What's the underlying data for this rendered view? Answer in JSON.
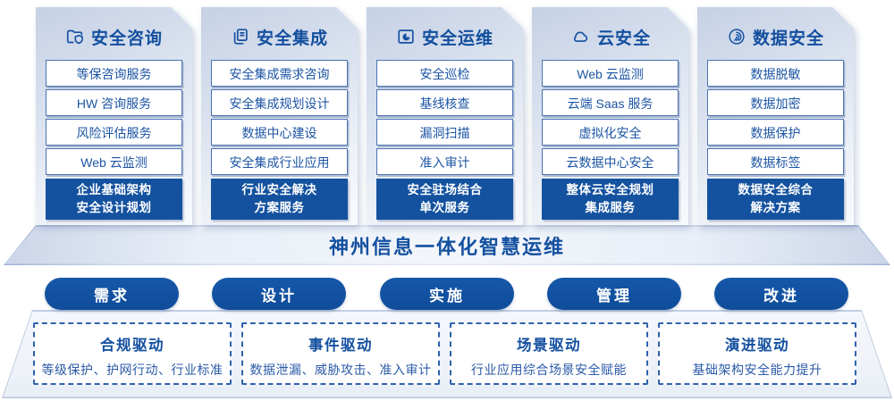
{
  "palette": {
    "primary": "#14529F",
    "title_text": "#134F9E",
    "item_text": "#1C55A4",
    "item_border": "#4A73B4",
    "dashed_border": "#2F62AC",
    "panel_top": "#C6D1E5",
    "panel_bottom": "#F8FAFD",
    "banner_fill": "#EDF1F8",
    "platform_fill": "#F3F6FB"
  },
  "columns": [
    {
      "title": "安全咨询",
      "icon": "folder-shield-icon",
      "items": [
        "等保咨询服务",
        "HW 咨询服务",
        "风险评估服务",
        "Web 云监测"
      ],
      "footer_lines": [
        "企业基础架构",
        "安全设计规划"
      ]
    },
    {
      "title": "安全集成",
      "icon": "copy-documents-icon",
      "items": [
        "安全集成需求咨询",
        "安全集成规划设计",
        "数据中心建设",
        "安全集成行业应用"
      ],
      "footer_lines": [
        "行业安全解决",
        "方案服务"
      ]
    },
    {
      "title": "安全运维",
      "icon": "folder-pie-icon",
      "items": [
        "安全巡检",
        "基线核查",
        "漏洞扫描",
        "准入审计"
      ],
      "footer_lines": [
        "安全驻场结合",
        "单次服务"
      ]
    },
    {
      "title": "云安全",
      "icon": "cloud-icon",
      "items": [
        "Web 云监测",
        "云端 Saas 服务",
        "虚拟化安全",
        "云数据中心安全"
      ],
      "footer_lines": [
        "整体云安全规划",
        "集成服务"
      ]
    },
    {
      "title": "数据安全",
      "icon": "fingerprint-icon",
      "items": [
        "数据脱敏",
        "数据加密",
        "数据保护",
        "数据标签"
      ],
      "footer_lines": [
        "数据安全综合",
        "解决方案"
      ]
    }
  ],
  "banner": {
    "title": "神州信息一体化智慧运维"
  },
  "process_pills": [
    "需求",
    "设计",
    "实施",
    "管理",
    "改进"
  ],
  "drivers": [
    {
      "title": "合规驱动",
      "desc": "等级保护、护网行动、行业标准"
    },
    {
      "title": "事件驱动",
      "desc": "数据泄漏、威胁攻击、准入审计"
    },
    {
      "title": "场景驱动",
      "desc": "行业应用综合场景安全赋能"
    },
    {
      "title": "演进驱动",
      "desc": "基础架构安全能力提升"
    }
  ]
}
